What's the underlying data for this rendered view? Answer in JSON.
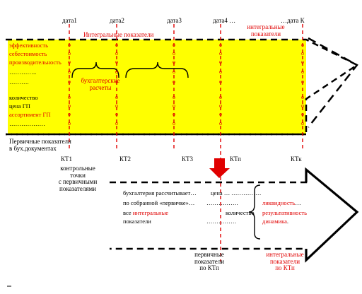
{
  "dates": [
    "дата1",
    "дата2",
    "дата3",
    "дата4 …",
    "…дата К"
  ],
  "integral_header": "Интегральные показатели",
  "integral_right": "интегральные\nпоказатели",
  "row_labels": [
    {
      "text": "эффективность",
      "color": "red"
    },
    {
      "text": "себестоимость",
      "color": "red"
    },
    {
      "text": "производительность",
      "color": "red"
    },
    {
      "text": "…………..",
      "color": "black"
    },
    {
      "text": "……….",
      "color": "black"
    },
    {
      "text": "количество",
      "color": "black"
    },
    {
      "text": "цена ГП",
      "color": "black"
    },
    {
      "text": "ассортимент ГП",
      "color": "red"
    },
    {
      "text": "………………",
      "color": "black"
    }
  ],
  "accounting_label": "бухгалтерские\nрасчеты",
  "primary_docs_label": "Первичные показатели\nв бух.документах",
  "checkpoints": [
    "КТ1",
    "КТ2",
    "КТ3",
    "КТп",
    "КТк"
  ],
  "control_points_label": "контрольные\nточки\nс первичными\nпоказателями",
  "lower": {
    "line1": "бухгалтерия рассчитывает…",
    "line2": "по собранной «первичке»…",
    "line3_black": "все ",
    "line3_red": "интегральные",
    "line4": "показатели",
    "mid1": "цена …",
    "mid2": "количество",
    "dots1": "……………",
    "dots2": "…………….",
    "dots3": "……………",
    "right1": "ликвидность",
    "right2": "результативность",
    "right3": "динамика",
    "right_tail": "…",
    "right_tail2": "."
  },
  "bottom_left": "первичные\nпоказатели\nпо КТп",
  "bottom_right": "интегральные\nпоказатели\nпо КТп",
  "row_marker": "о",
  "colors": {
    "band": "#ffff00",
    "accent": "#e00000",
    "arrow_down": "#e00000",
    "line": "#000000"
  }
}
